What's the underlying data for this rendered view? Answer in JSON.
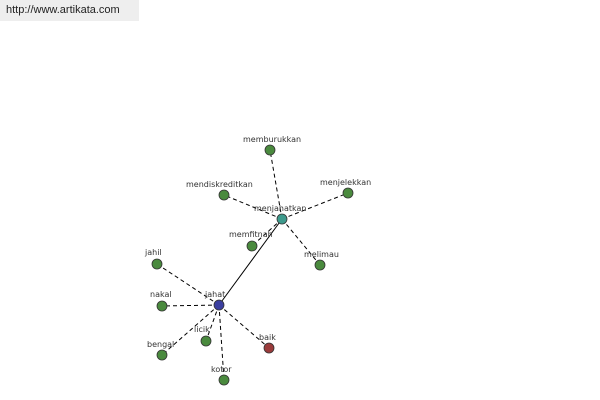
{
  "banner": {
    "url_text": "http://www.artikata.com"
  },
  "colors": {
    "primary_node": "#3b3fa0",
    "hub_node": "#3d9a8c",
    "synonym_node": "#4a8a3e",
    "antonym_node": "#9a3b3b",
    "edge": "#000000"
  },
  "graph": {
    "nodes": [
      {
        "id": "jahat",
        "label": "jahat",
        "kind": "primary"
      },
      {
        "id": "menjahatkan",
        "label": "menjahatkan",
        "kind": "hub"
      },
      {
        "id": "memburukkan",
        "label": "memburukkan",
        "kind": "synonym"
      },
      {
        "id": "mendiskreditkan",
        "label": "mendiskreditkan",
        "kind": "synonym"
      },
      {
        "id": "menjelekkan",
        "label": "menjelekkan",
        "kind": "synonym"
      },
      {
        "id": "memfitnah",
        "label": "memfitnah",
        "kind": "synonym"
      },
      {
        "id": "melimau",
        "label": "melimau",
        "kind": "synonym"
      },
      {
        "id": "jahil",
        "label": "jahil",
        "kind": "synonym"
      },
      {
        "id": "nakal",
        "label": "nakal",
        "kind": "synonym"
      },
      {
        "id": "bengal",
        "label": "bengal",
        "kind": "synonym"
      },
      {
        "id": "licik",
        "label": "licik",
        "kind": "synonym"
      },
      {
        "id": "kotor",
        "label": "kotor",
        "kind": "synonym"
      },
      {
        "id": "baik",
        "label": "baik",
        "kind": "antonym"
      }
    ],
    "edges": [
      {
        "from": "jahat",
        "to": "menjahatkan",
        "style": "solid"
      },
      {
        "from": "menjahatkan",
        "to": "memburukkan",
        "style": "dashed"
      },
      {
        "from": "menjahatkan",
        "to": "mendiskreditkan",
        "style": "dashed"
      },
      {
        "from": "menjahatkan",
        "to": "menjelekkan",
        "style": "dashed"
      },
      {
        "from": "menjahatkan",
        "to": "memfitnah",
        "style": "dashed"
      },
      {
        "from": "menjahatkan",
        "to": "melimau",
        "style": "dashed"
      },
      {
        "from": "jahat",
        "to": "jahil",
        "style": "dashed"
      },
      {
        "from": "jahat",
        "to": "nakal",
        "style": "dashed"
      },
      {
        "from": "jahat",
        "to": "bengal",
        "style": "dashed"
      },
      {
        "from": "jahat",
        "to": "licik",
        "style": "dashed"
      },
      {
        "from": "jahat",
        "to": "kotor",
        "style": "dashed"
      },
      {
        "from": "jahat",
        "to": "baik",
        "style": "dashed"
      }
    ]
  }
}
